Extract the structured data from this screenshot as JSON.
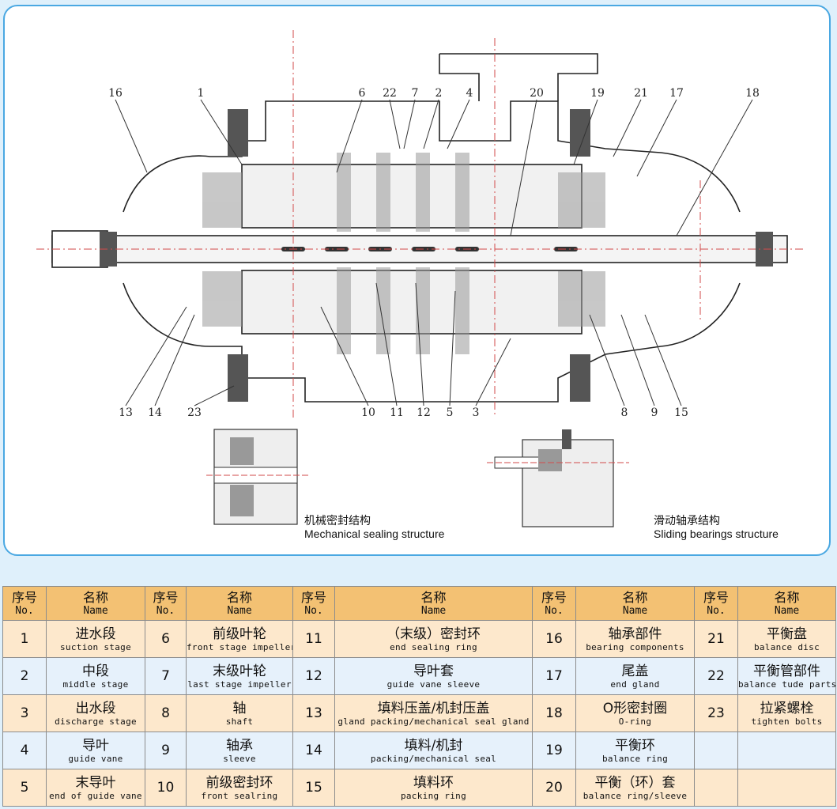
{
  "diagram": {
    "callouts_top": [
      "16",
      "1",
      "6",
      "22",
      "7",
      "2",
      "4",
      "20",
      "19",
      "21",
      "17",
      "18"
    ],
    "callouts_bottom": [
      "13",
      "14",
      "23",
      "10",
      "11",
      "12",
      "5",
      "3",
      "8",
      "9",
      "15"
    ],
    "insets": [
      {
        "cn": "机械密封结构",
        "en": "Mechanical sealing structure"
      },
      {
        "cn": "滑动轴承结构",
        "en": "Sliding bearings structure"
      }
    ]
  },
  "table": {
    "header": {
      "no_cn": "序号",
      "no_en": "No.",
      "name_cn": "名称",
      "name_en": "Name"
    },
    "rows": [
      [
        {
          "no": "1",
          "cn": "进水段",
          "en": "suction stage"
        },
        {
          "no": "6",
          "cn": "前级叶轮",
          "en": "front stage impeller"
        },
        {
          "no": "11",
          "cn": "（末级）密封环",
          "en": "end sealing ring"
        },
        {
          "no": "16",
          "cn": "轴承部件",
          "en": "bearing components"
        },
        {
          "no": "21",
          "cn": "平衡盘",
          "en": "balance disc"
        }
      ],
      [
        {
          "no": "2",
          "cn": "中段",
          "en": "middle stage"
        },
        {
          "no": "7",
          "cn": "末级叶轮",
          "en": "last stage impeller"
        },
        {
          "no": "12",
          "cn": "导叶套",
          "en": "guide vane sleeve"
        },
        {
          "no": "17",
          "cn": "尾盖",
          "en": "end gland"
        },
        {
          "no": "22",
          "cn": "平衡管部件",
          "en": "balance tude parts"
        }
      ],
      [
        {
          "no": "3",
          "cn": "出水段",
          "en": "discharge stage"
        },
        {
          "no": "8",
          "cn": "轴",
          "en": "shaft"
        },
        {
          "no": "13",
          "cn": "填料压盖/机封压盖",
          "en": "gland packing/mechanical seal gland"
        },
        {
          "no": "18",
          "cn": "O形密封圈",
          "en": "O-ring"
        },
        {
          "no": "23",
          "cn": "拉紧螺栓",
          "en": "tighten bolts"
        }
      ],
      [
        {
          "no": "4",
          "cn": "导叶",
          "en": "guide vane"
        },
        {
          "no": "9",
          "cn": "轴承",
          "en": "sleeve"
        },
        {
          "no": "14",
          "cn": "填料/机封",
          "en": "packing/mechanical seal"
        },
        {
          "no": "19",
          "cn": "平衡环",
          "en": "balance ring"
        },
        {
          "no": "",
          "cn": "",
          "en": ""
        }
      ],
      [
        {
          "no": "5",
          "cn": "末导叶",
          "en": "end of guide vane"
        },
        {
          "no": "10",
          "cn": "前级密封环",
          "en": "front sealring"
        },
        {
          "no": "15",
          "cn": "填料环",
          "en": "packing ring"
        },
        {
          "no": "20",
          "cn": "平衡（环）套",
          "en": "balance ring/sleeve"
        },
        {
          "no": "",
          "cn": "",
          "en": ""
        }
      ]
    ]
  }
}
